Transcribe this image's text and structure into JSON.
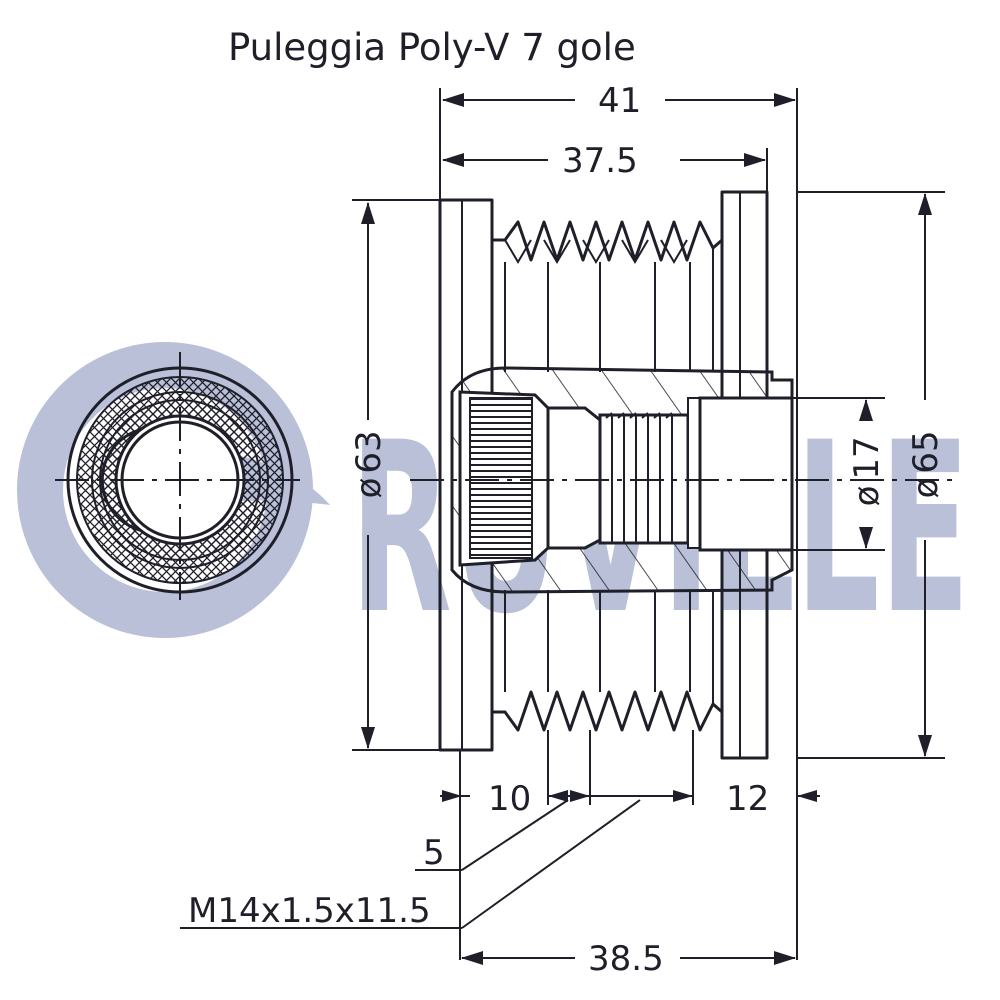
{
  "title": "Puleggia Poly-V 7 gole",
  "watermark_text": "RUVILLE",
  "colors": {
    "line": "#1f1f2a",
    "watermark": "#b9c0d8",
    "background": "#ffffff"
  },
  "dimensions": {
    "overall_length": "41",
    "groove_length": "37.5",
    "hub_length": "38.5",
    "left_offset": "10",
    "right_offset": "12",
    "groove_pitch": "5",
    "thread": "M14x1.5x11.5",
    "diameter_groove": "63",
    "diameter_flange": "65",
    "diameter_bore": "17",
    "diameter_symbol": "ø"
  }
}
